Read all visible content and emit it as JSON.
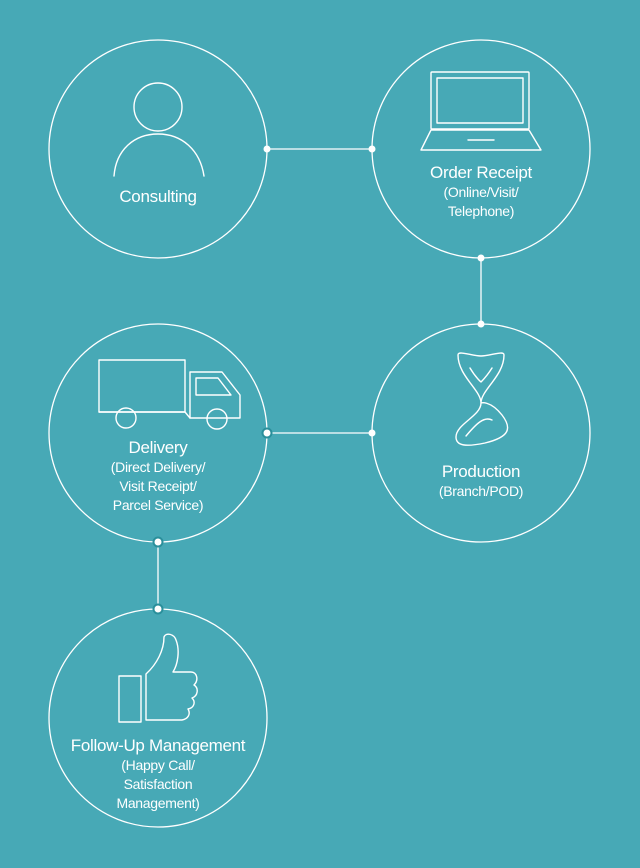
{
  "colors": {
    "background": "#47a9b6",
    "stroke": "#ffffff",
    "connector_dot_accent": "#47a9b6"
  },
  "steps": [
    {
      "id": "consulting",
      "icon": "person-icon",
      "title": "Consulting",
      "sub_lines": []
    },
    {
      "id": "order-receipt",
      "icon": "laptop-icon",
      "title": "Order Receipt",
      "sub_lines": [
        "(Online/Visit/",
        "Telephone)"
      ]
    },
    {
      "id": "production",
      "icon": "hourglass-icon",
      "title": "Production",
      "sub_lines": [
        "(Branch/POD)"
      ]
    },
    {
      "id": "delivery",
      "icon": "truck-icon",
      "title": "Delivery",
      "sub_lines": [
        "(Direct Delivery/",
        "Visit Receipt/",
        "Parcel Service)"
      ]
    },
    {
      "id": "follow-up",
      "icon": "thumbs-up-icon",
      "title": "Follow-Up Management",
      "sub_lines": [
        "(Happy Call/",
        "Satisfaction",
        "Management)"
      ]
    }
  ]
}
